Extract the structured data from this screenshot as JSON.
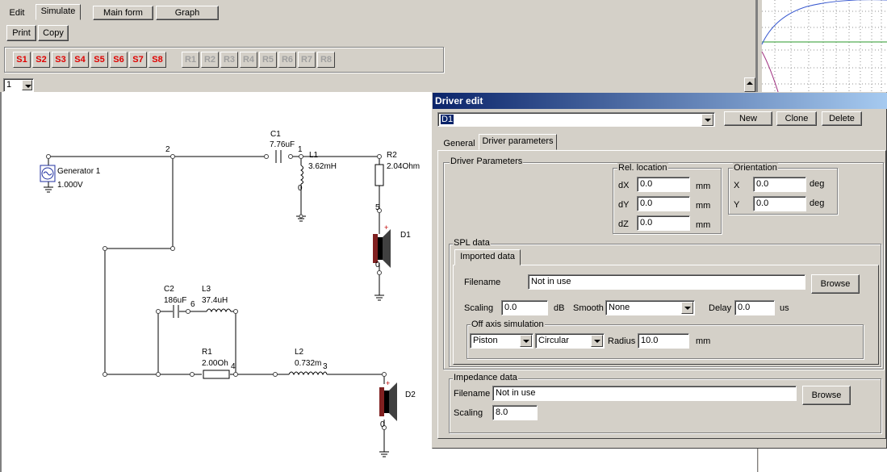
{
  "menu": {
    "items": [
      "Edit",
      "Simulate",
      "Main form",
      "Graph"
    ]
  },
  "toolbar": {
    "print_label": "Print",
    "copy_label": "Copy"
  },
  "sim_buttons": [
    "S1",
    "S2",
    "S3",
    "S4",
    "S5",
    "S6",
    "S7",
    "S8"
  ],
  "ref_buttons": [
    "R1",
    "R2",
    "R3",
    "R4",
    "R5",
    "R6",
    "R7",
    "R8"
  ],
  "page_selector": {
    "value": "1"
  },
  "circuit": {
    "generator": {
      "name": "Generator 1",
      "value": "1.000V"
    },
    "nodes": {
      "n0a": "0",
      "n1": "1",
      "n2": "2",
      "n3": "3",
      "n4": "4",
      "n5": "5",
      "n6": "6",
      "n0b": "0",
      "n0c": "0"
    },
    "c1": {
      "name": "C1",
      "value": "7.76uF"
    },
    "l1": {
      "name": "L1",
      "value": "3.62mH"
    },
    "r2": {
      "name": "R2",
      "value": "2.04Ohm"
    },
    "d1": {
      "name": "D1"
    },
    "c2": {
      "name": "C2",
      "value": "186uF"
    },
    "l3": {
      "name": "L3",
      "value": "37.4uH"
    },
    "r1": {
      "name": "R1",
      "value": "2.00Oh"
    },
    "l2": {
      "name": "L2",
      "value": "0.732m"
    },
    "d2": {
      "name": "D2"
    }
  },
  "dialog": {
    "title": "Driver edit",
    "driver_select": "D1",
    "new_label": "New",
    "clone_label": "Clone",
    "delete_label": "Delete",
    "tabs": [
      "General",
      "Driver parameters"
    ],
    "driver_parameters_title": "Driver Parameters",
    "rel_location": {
      "title": "Rel. location",
      "dx_label": "dX",
      "dx": "0.0",
      "dy_label": "dY",
      "dy": "0.0",
      "dz_label": "dZ",
      "dz": "0.0",
      "unit": "mm"
    },
    "orientation": {
      "title": "Orientation",
      "x_label": "X",
      "x": "0.0",
      "y_label": "Y",
      "y": "0.0",
      "unit": "deg"
    },
    "spl": {
      "title": "SPL data",
      "tab": "Imported data",
      "filename_label": "Filename",
      "filename": "Not in use",
      "browse_label": "Browse",
      "scaling_label": "Scaling",
      "scaling": "0.0",
      "scaling_unit": "dB",
      "smooth_label": "Smooth",
      "smooth": "None",
      "delay_label": "Delay",
      "delay": "0.0",
      "delay_unit": "us",
      "off_axis_title": "Off axis simulation",
      "model": "Piston",
      "shape": "Circular",
      "radius_label": "Radius",
      "radius": "10.0",
      "radius_unit": "mm"
    },
    "impedance": {
      "title": "Impedance data",
      "filename_label": "Filename",
      "filename": "Not in use",
      "browse_label": "Browse",
      "scaling_label": "Scaling",
      "scaling": "8.0"
    }
  },
  "colors": {
    "dialog_title_bar": "#0a246a",
    "sim_active": "#e00000",
    "graph_curve_green": "#2a9a2a",
    "graph_curve_blue": "#3a5ad0",
    "graph_curve_purple": "#a03080"
  }
}
